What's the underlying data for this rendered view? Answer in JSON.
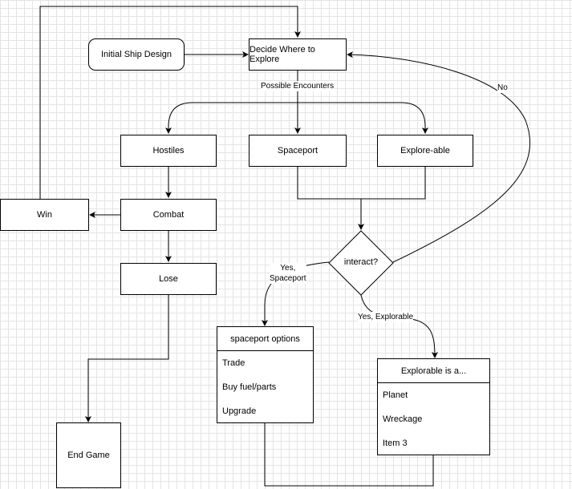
{
  "nodes": {
    "initial_ship_design": "Initial Ship Design",
    "decide_where": "Decide Where to Explore",
    "hostiles": "Hostiles",
    "spaceport": "Spaceport",
    "explore_able": "Explore-able",
    "win": "Win",
    "combat": "Combat",
    "lose": "Lose",
    "interact": "interact?",
    "end_game": "End Game"
  },
  "spaceport_options": {
    "title": "spaceport options",
    "items": [
      "Trade",
      "Buy fuel/parts",
      "Upgrade"
    ]
  },
  "explorable": {
    "title": "Explorable is a...",
    "items": [
      "Planet",
      "Wreckage",
      "Item 3"
    ]
  },
  "edge_labels": {
    "possible_encounters": "Possible Encounters",
    "no": "No",
    "yes_spaceport_1": "Yes,",
    "yes_spaceport_2": "Spaceport",
    "yes_explorable": "Yes, Explorable"
  }
}
